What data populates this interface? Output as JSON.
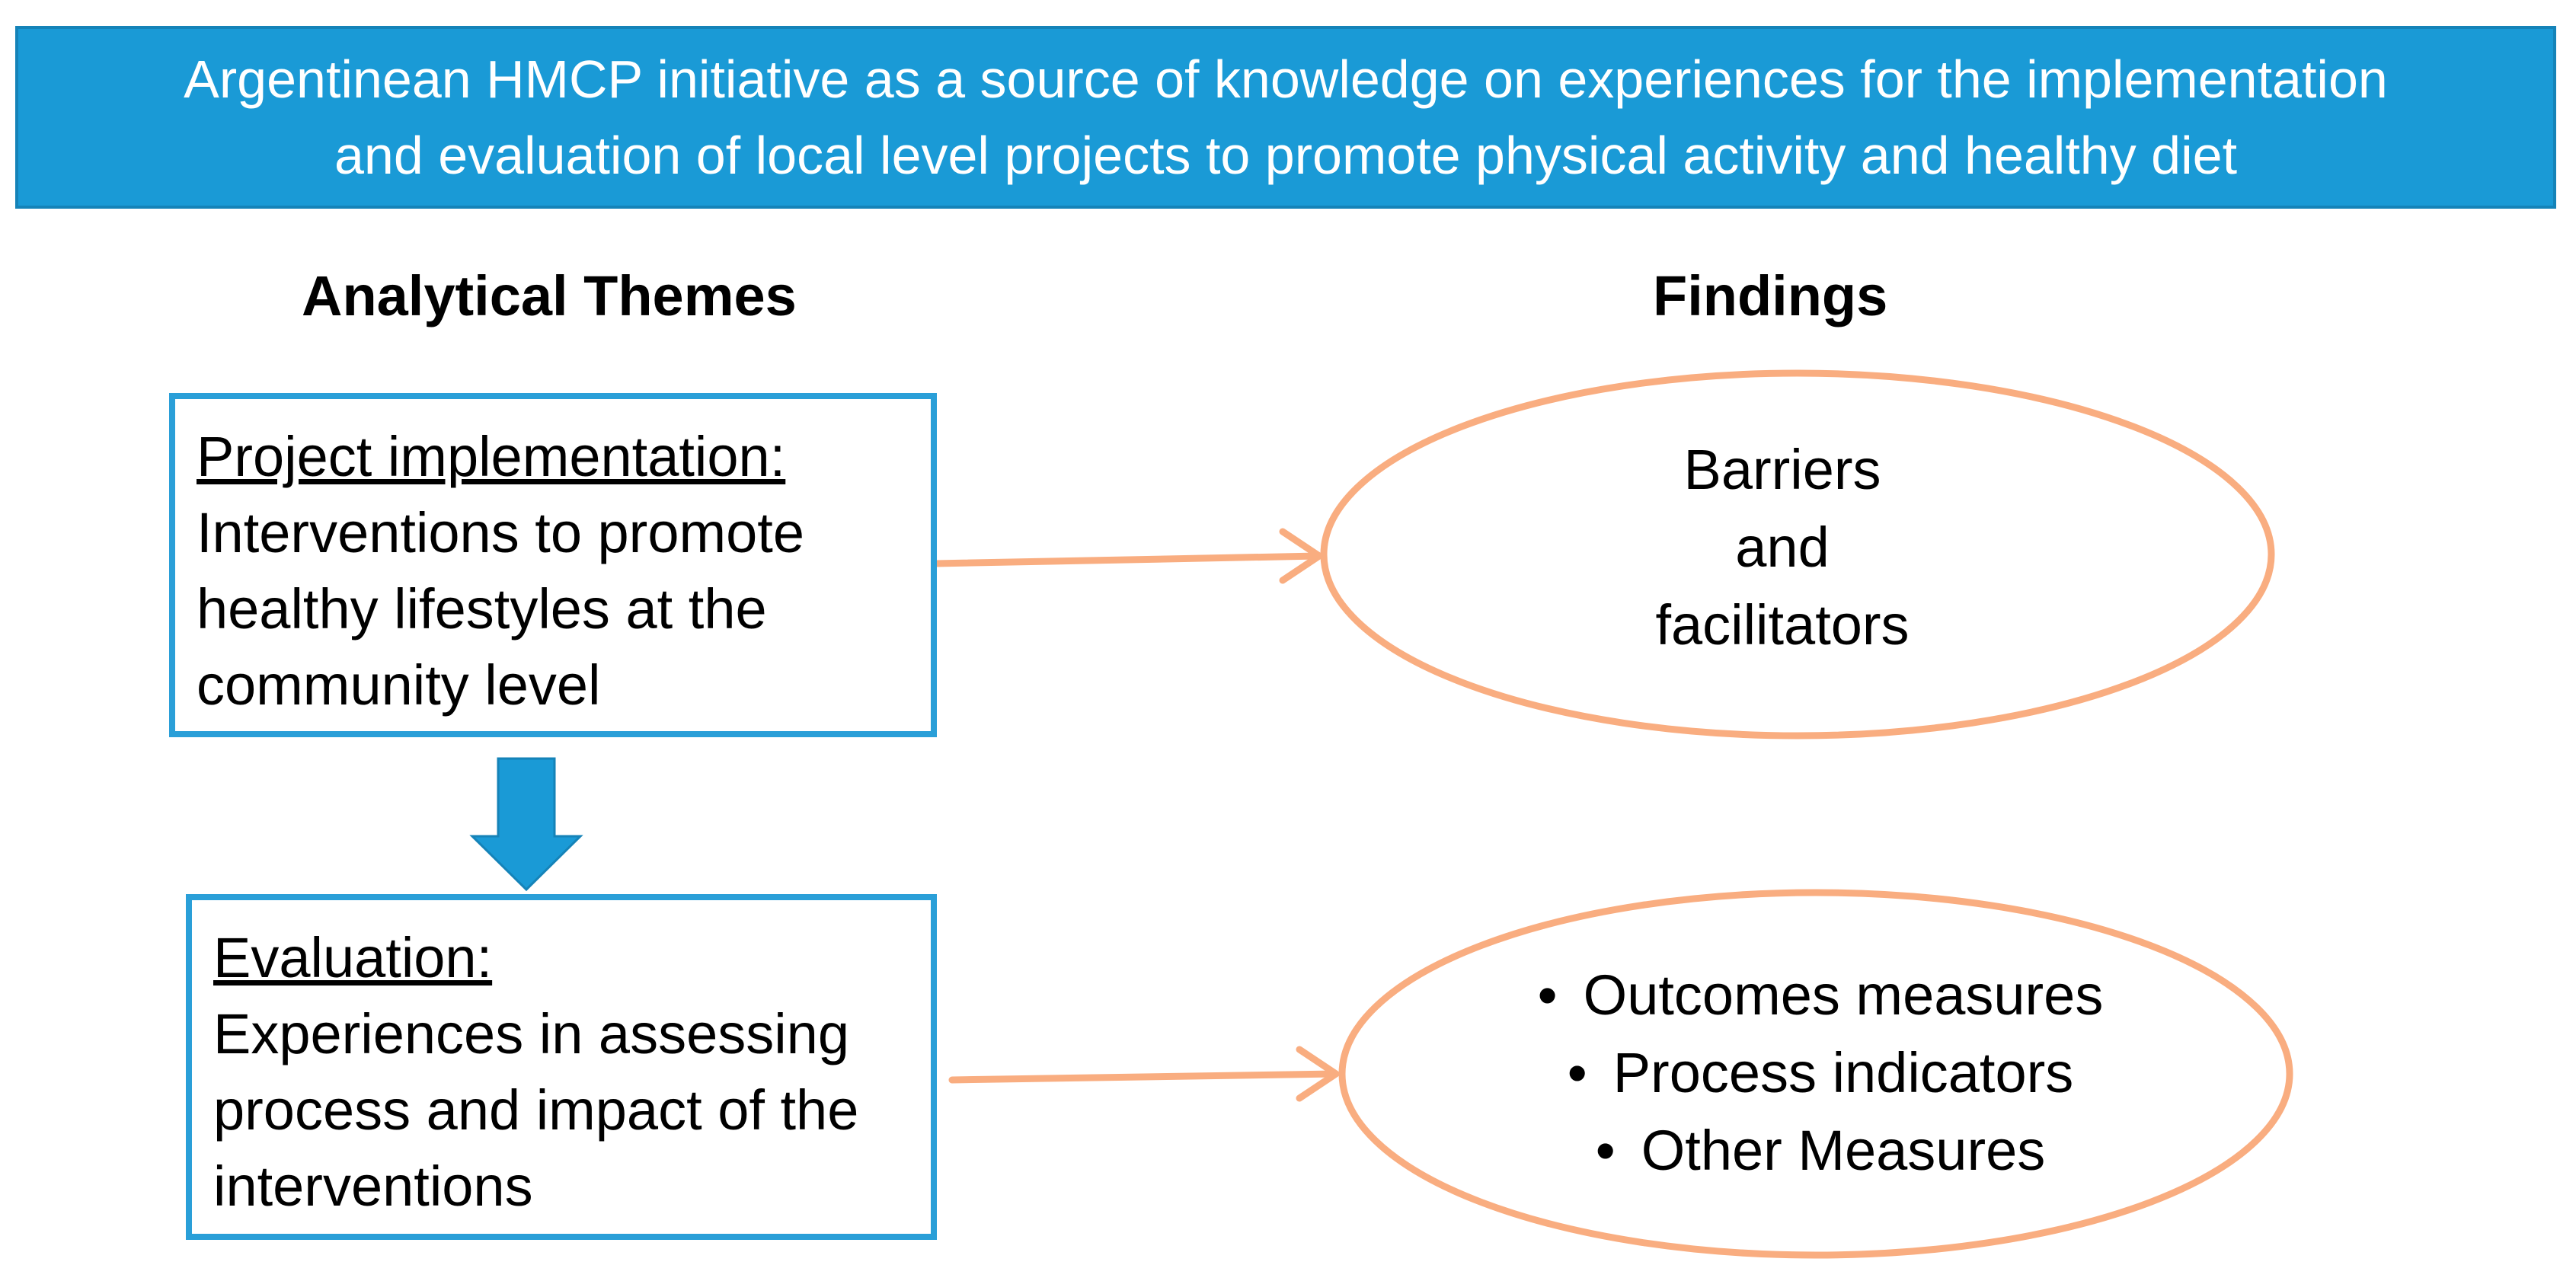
{
  "banner": {
    "line1": "Argentinean HMCP initiative as a source of knowledge on experiences for the implementation",
    "line2": "and evaluation of local level projects to promote physical activity and healthy diet"
  },
  "headings": {
    "left": "Analytical Themes",
    "right": "Findings"
  },
  "themes": {
    "implementation": {
      "title": "Project implementation:",
      "lines": [
        "Interventions to promote",
        "healthy lifestyles at the",
        "community level"
      ]
    },
    "evaluation": {
      "title": "Evaluation:",
      "lines": [
        "Experiences in assessing",
        "process and impact of the",
        "interventions"
      ]
    }
  },
  "findings": {
    "barriers": {
      "lines": [
        "Barriers",
        "and",
        "facilitators"
      ]
    },
    "measures": {
      "bullet": "•",
      "items": [
        "Outcomes measures",
        "Process indicators",
        "Other Measures"
      ]
    }
  },
  "colors": {
    "banner_fill": "#1a9ad6",
    "box_border": "#2a9fd8",
    "down_arrow": "#1a9ad6",
    "ellipse_stroke": "#f9ad80",
    "connector": "#f9ad80"
  },
  "icons": {
    "down_arrow": "down-arrow-icon",
    "connector_arrow": "right-arrow-icon"
  }
}
